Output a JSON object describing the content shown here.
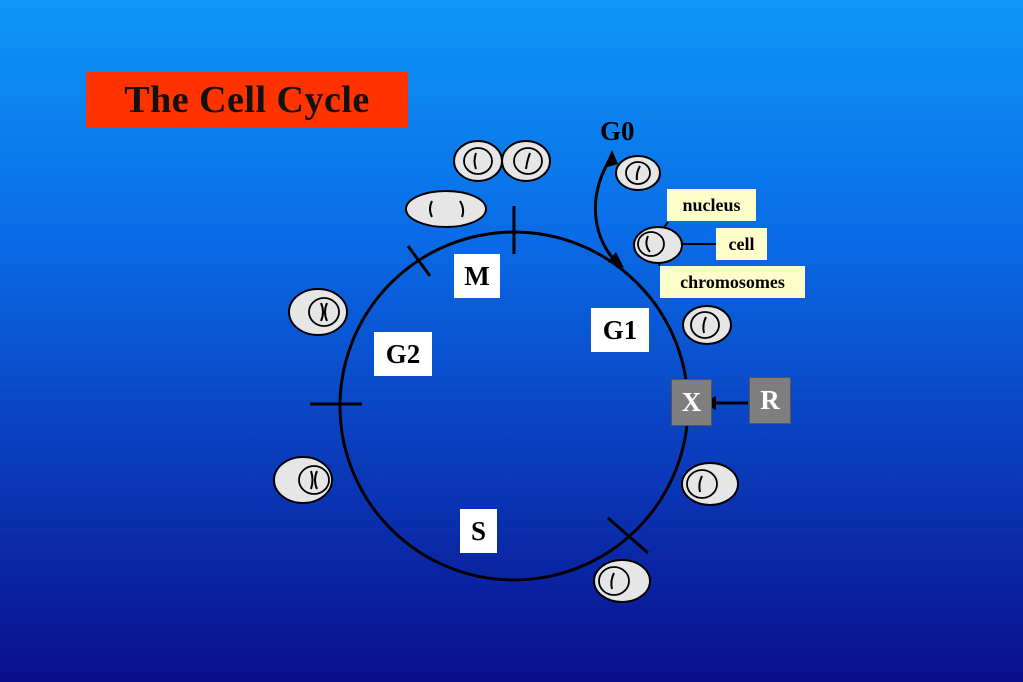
{
  "title": "The Cell Cycle",
  "phases": {
    "m": "M",
    "g1": "G1",
    "g2": "G2",
    "s": "S",
    "g0": "G0"
  },
  "labels": {
    "nucleus": "nucleus",
    "cell": "cell",
    "chromosomes": "chromosomes"
  },
  "boxes": {
    "x": "X",
    "r": "R"
  },
  "colors": {
    "title_bg": "#ff3300",
    "note_bg": "#ffffcc",
    "gray_box": "#7f7f7f",
    "cell_fill": "#e6e6e6"
  }
}
